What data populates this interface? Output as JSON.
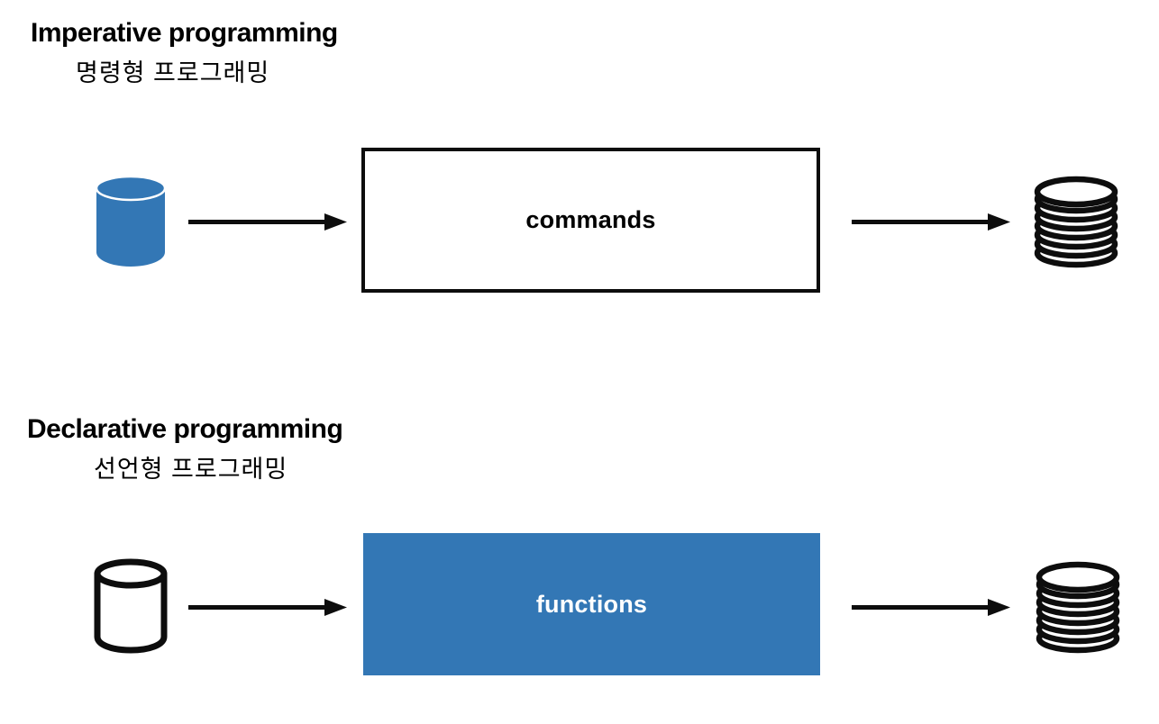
{
  "page": {
    "background": "#ffffff"
  },
  "colors": {
    "accent_blue": "#3377B5",
    "outline_black": "#0d0d0d",
    "white": "#ffffff"
  },
  "sections": [
    {
      "id": "imperative",
      "title": "Imperative programming",
      "subtitle": "명령형 프로그래밍",
      "input_icon": "database-cylinder-filled-blue",
      "process_label": "commands",
      "process_style": "outlined-white-box",
      "output_icon": "disk-stack-outline",
      "arrows": [
        "arrow-right",
        "arrow-right"
      ]
    },
    {
      "id": "declarative",
      "title": "Declarative programming",
      "subtitle": "선언형 프로그래밍",
      "input_icon": "database-cylinder-outline",
      "process_label": "functions",
      "process_style": "filled-blue-box",
      "output_icon": "disk-stack-outline",
      "arrows": [
        "arrow-right",
        "arrow-right"
      ]
    }
  ]
}
